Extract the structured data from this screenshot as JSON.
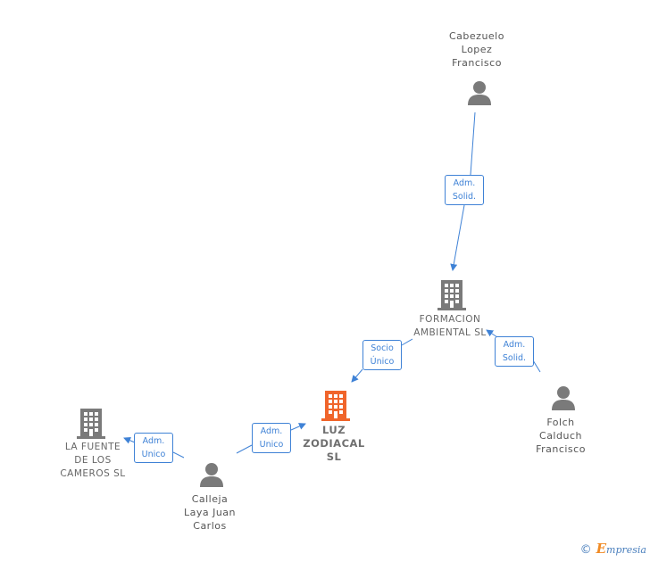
{
  "colors": {
    "edge": "#3f82d6",
    "person": "#7a7a7a",
    "company": "#7a7a7a",
    "focus_company": "#f0652b"
  },
  "nodes": {
    "cabezuelo": {
      "label": "Cabezuelo\nLopez\nFrancisco",
      "icon": "person-icon"
    },
    "formacion": {
      "label": "FORMACION\nAMBIENTAL  SL",
      "icon": "building-icon"
    },
    "luz": {
      "label": "LUZ\nZODIACAL\nSL",
      "icon": "building-icon"
    },
    "folch": {
      "label": "Folch\nCalduch\nFrancisco",
      "icon": "person-icon"
    },
    "lafuente": {
      "label": "LA FUENTE\nDE LOS\nCAMEROS  SL",
      "icon": "building-icon"
    },
    "calleja": {
      "label": "Calleja\nLaya Juan\nCarlos",
      "icon": "person-icon"
    }
  },
  "edges": {
    "cabezuelo_formacion": "Adm.\nSolid.",
    "formacion_luz": "Socio\nÚnico",
    "folch_formacion": "Adm.\nSolid.",
    "calleja_luz": "Adm.\nUnico",
    "calleja_lafuente": "Adm.\nUnico"
  },
  "footer": {
    "copyright": "©",
    "brand_initial": "E",
    "brand_rest": "mpresia"
  }
}
